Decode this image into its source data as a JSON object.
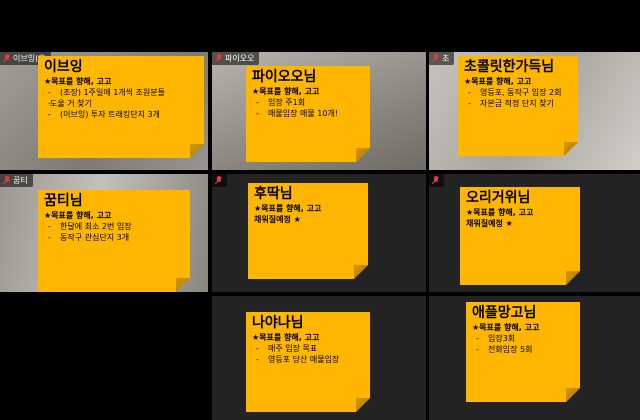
{
  "tiles": [
    {
      "name": "이브잉(휴"
    },
    {
      "name": "파이오오"
    },
    {
      "name": "초"
    },
    {
      "name": "꿈티"
    }
  ],
  "notes": {
    "n1": {
      "title": "이브잉",
      "goal": "★목표를 향해, 고고",
      "items": [
        "(조장) 1주일에 1개씩 조원분들",
        "도울 거 찾기",
        "(이브잉) 투자 트래킹단지 3개"
      ]
    },
    "n2": {
      "title": "파이오오님",
      "goal": "★목표를 향해, 고고",
      "items": [
        "임장 주1회",
        "매물임장 매물 10개!"
      ]
    },
    "n3": {
      "title": "초콜릿한가득님",
      "goal": "★목표를 향해, 고고",
      "items": [
        "영등포, 동작구 임장 2회",
        "자본금 적정 단지 찾기"
      ]
    },
    "n4": {
      "title": "꿈티님",
      "goal": "★목표를 향해, 고고",
      "items": [
        "한달에 최소 2번 임장",
        "동작구 관심단지 3개"
      ]
    },
    "n5": {
      "title": "후딱님",
      "goal": "★목표를 향해, 고고",
      "note": "채워질예정 ★"
    },
    "n6": {
      "title": "오리거위님",
      "goal": "★목표를 향해, 고고",
      "note": "채워질예정 ★"
    },
    "n7": {
      "title": "나야나님",
      "goal": "★목표를 향해, 고고",
      "items": [
        "매주 임장 목표",
        "영등포 당산 매물임장"
      ]
    },
    "n8": {
      "title": "애플망고님",
      "goal": "★목표를 향해, 고고",
      "items": [
        "임장3회",
        "전화임장 5회"
      ]
    }
  }
}
